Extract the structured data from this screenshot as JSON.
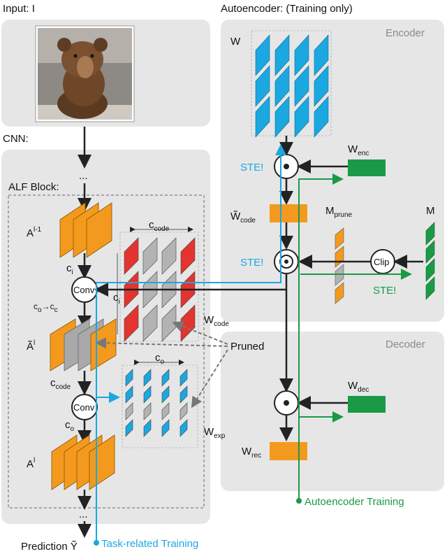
{
  "labels": {
    "input": "Input: I",
    "cnn": "CNN:",
    "alf_block": "ALF Block:",
    "autoencoder": "Autoencoder: (Training only)",
    "encoder": "Encoder",
    "decoder": "Decoder",
    "pruned": "Pruned",
    "prediction": "Prediction",
    "prediction_symbol": "Ỹ",
    "task_training": "Task-related Training",
    "ae_training": "Autoencoder Training",
    "ste": "STE!",
    "clip": "Clip",
    "conv": "Conv",
    "ellipsis": "...",
    "W": "W",
    "M": "M",
    "W_enc": "W",
    "W_enc_sub": "enc",
    "W_code_tilde": "W̃",
    "W_code_sub": "code",
    "M_prune": "M",
    "M_prune_sub": "prune",
    "W_dec": "W",
    "W_dec_sub": "dec",
    "W_rec": "W",
    "W_rec_sub": "rec",
    "W_code": "W",
    "W_exp": "W",
    "W_exp_sub": "exp",
    "A_prev": "A",
    "A_prev_sup": "l-1",
    "A_tilde": "Ã",
    "A_tilde_sup": "l",
    "A_out": "A",
    "A_out_sup": "l",
    "c_i": "c",
    "c_i_sub": "i",
    "c_o_to_code": "c",
    "c_o_to_code_mid": "o",
    "c_o_to_code_arrow": "→c",
    "c_code": "c",
    "c_o": "c",
    "c_o_sub": "o"
  },
  "colors": {
    "orange": "#f39a1e",
    "blue": "#1ba7e0",
    "red": "#e3342f",
    "green": "#1a9a47",
    "gray_cell": "#b3b3b3",
    "panel": "#e6e6e6"
  }
}
